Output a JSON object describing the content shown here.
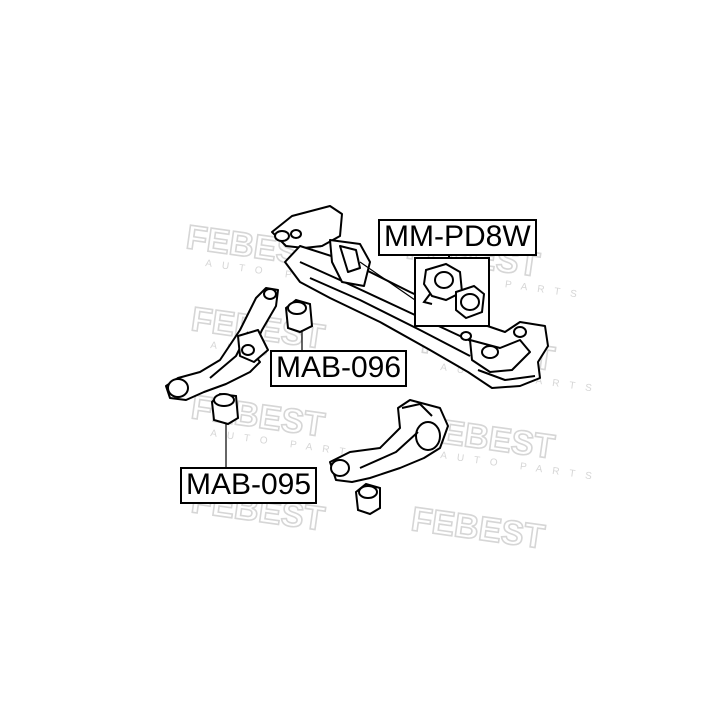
{
  "watermark": {
    "brand": "FEBEST",
    "subtitle": "AUTO PARTS",
    "color": "#d6d6d6"
  },
  "parts": [
    {
      "id": "mm-pd8w",
      "label": "MM-PD8W",
      "description_visible": false
    },
    {
      "id": "mab-096",
      "label": "MAB-096",
      "description_visible": false
    },
    {
      "id": "mab-095",
      "label": "MAB-095",
      "description_visible": false
    }
  ],
  "colors": {
    "line": "#000000",
    "background": "#ffffff",
    "label_border": "#000000"
  }
}
